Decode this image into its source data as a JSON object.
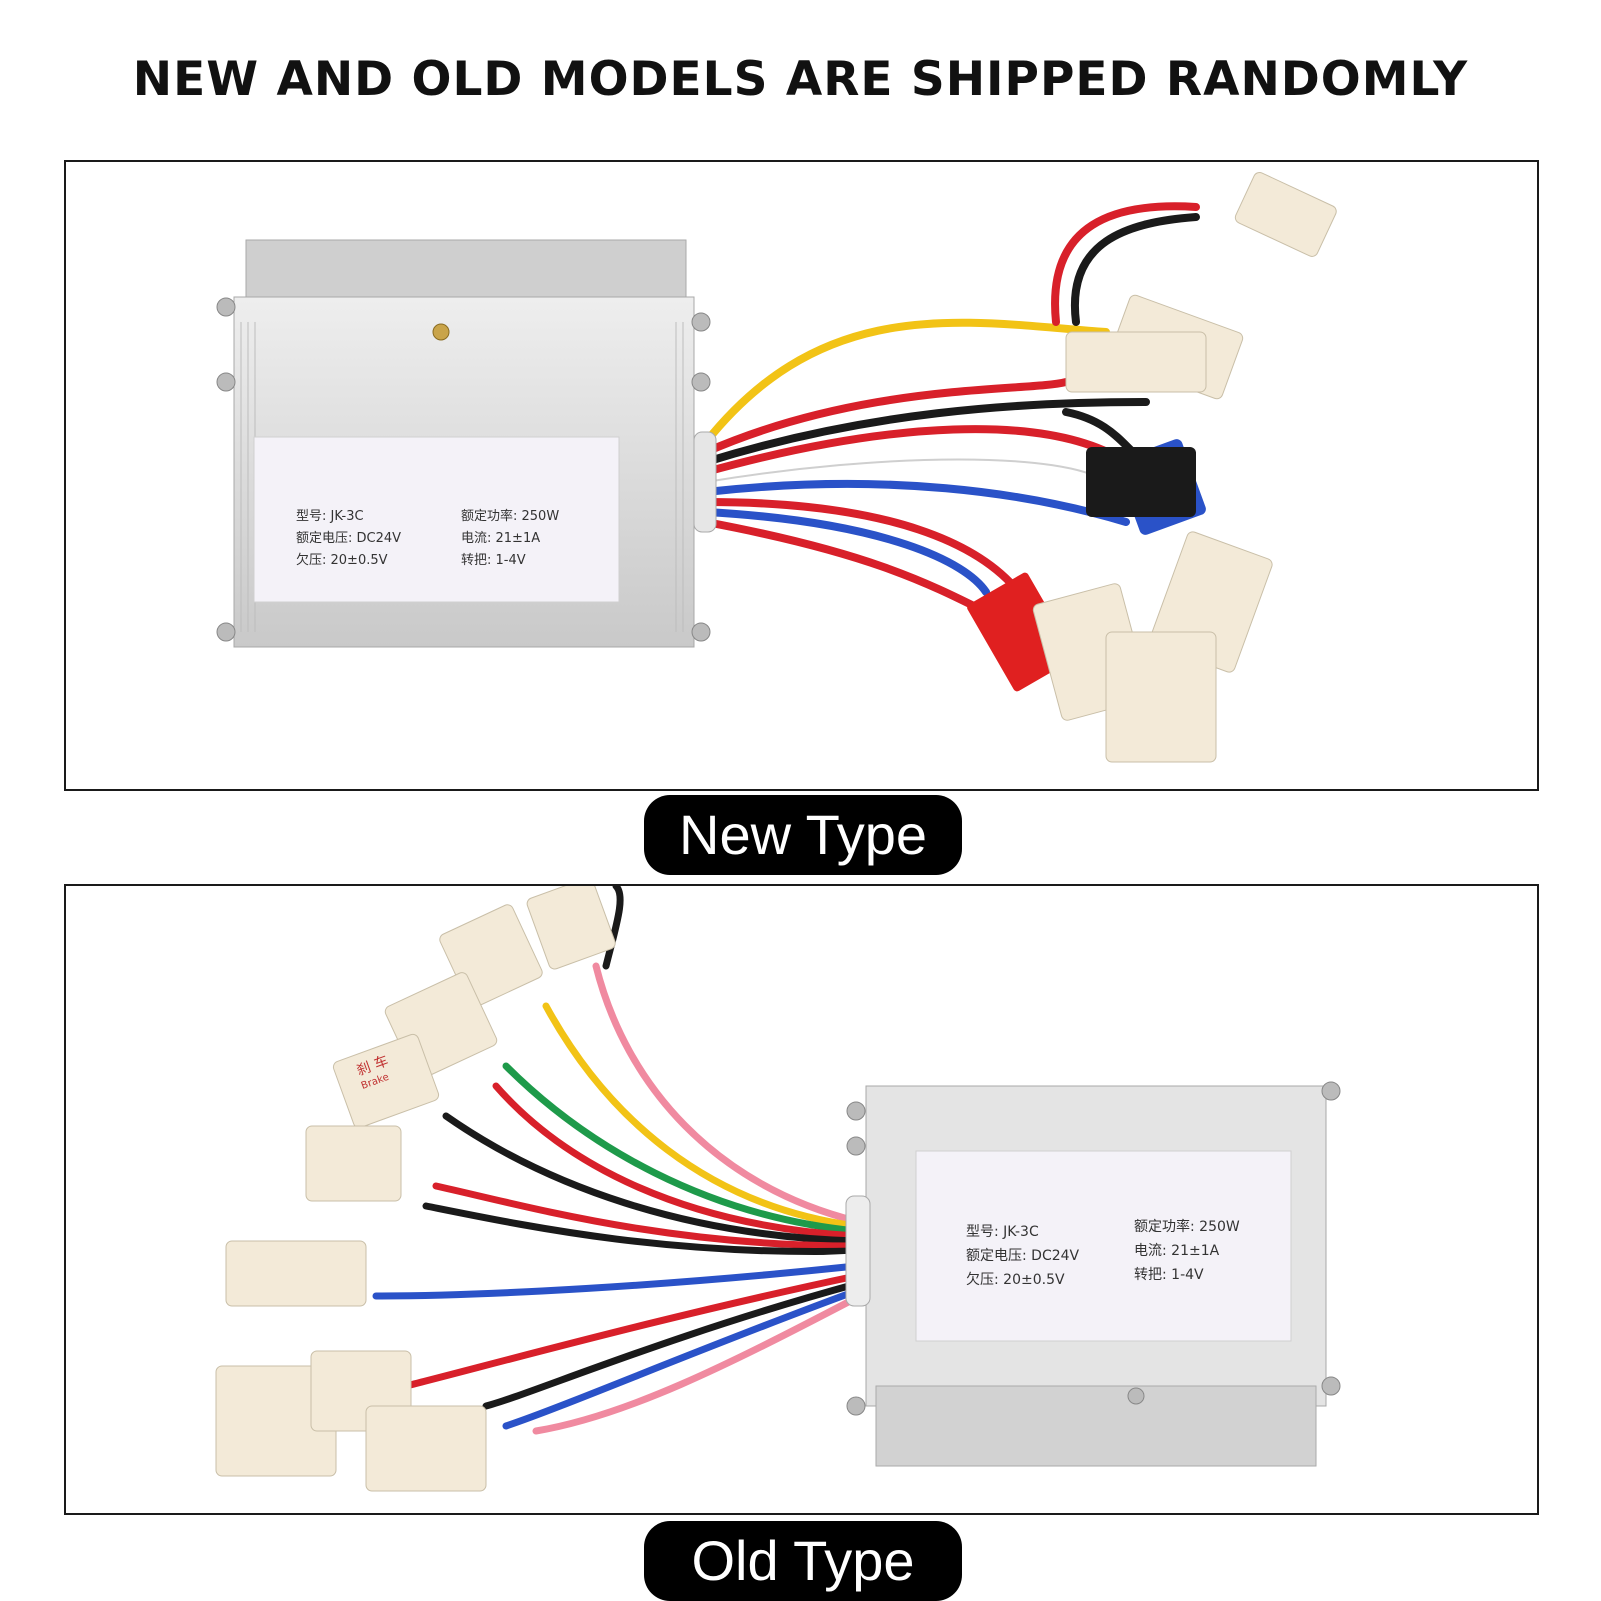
{
  "headline": "NEW AND OLD MODELS ARE SHIPPED RANDOMLY",
  "new_panel": {
    "caption": "New Type",
    "label": {
      "model": "型号: JK-3C",
      "power": "额定功率: 250W",
      "voltage": "额定电压: DC24V",
      "current": "电流: 21±1A",
      "undervoltage": "欠压: 20±0.5V",
      "throttle": "转把: 1-4V"
    }
  },
  "old_panel": {
    "caption": "Old Type",
    "brake_tag_cn": "刹 车",
    "brake_tag_en": "Brake",
    "label": {
      "model": "型号: JK-3C",
      "power": "额定功率: 250W",
      "voltage": "额定电压: DC24V",
      "current": "电流: 21±1A",
      "undervoltage": "欠压: 20±0.5V",
      "throttle": "转把: 1-4V"
    }
  },
  "colors": {
    "housing": "#d9d9d9",
    "connector": "#f3ead8",
    "wire_red": "#d8202a",
    "wire_blue": "#2a52c8",
    "wire_yellow": "#f2c316",
    "wire_green": "#1e9a4a",
    "wire_black": "#1a1a1a",
    "wire_pink": "#f08aa0"
  }
}
